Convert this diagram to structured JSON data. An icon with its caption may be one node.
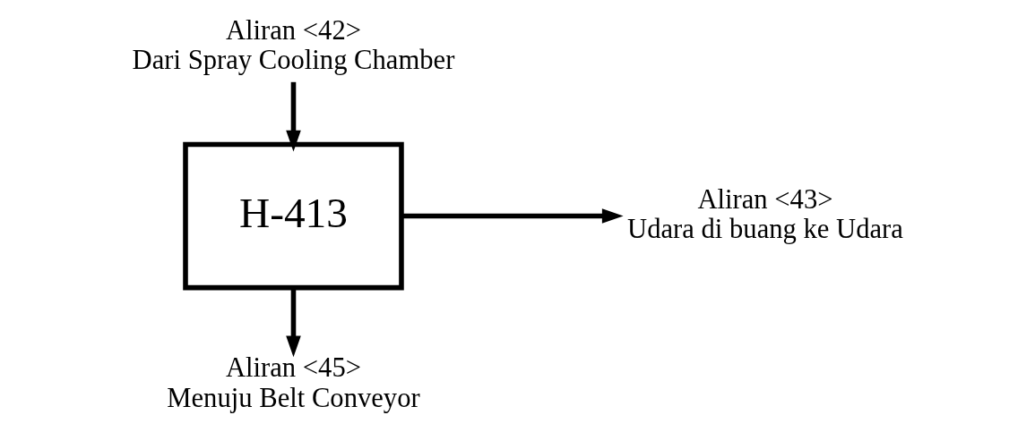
{
  "diagram": {
    "nodes": [
      {
        "text": [
          "Aliran <42>",
          "Dari Spray Cooling Chamber"
        ]
      },
      {
        "text": [
          "H-413"
        ]
      },
      {
        "text": [
          "Aliran <43>",
          "Udara di buang ke Udara"
        ]
      },
      {
        "text": [
          "Aliran <45>",
          "Menuju Belt Conveyor"
        ]
      }
    ],
    "edges": [
      {
        "from": 0,
        "to": 1,
        "arrow": "to"
      },
      {
        "from": 1,
        "to": 2,
        "arrow": "to"
      },
      {
        "from": 1,
        "to": 3,
        "arrow": "to"
      }
    ]
  }
}
